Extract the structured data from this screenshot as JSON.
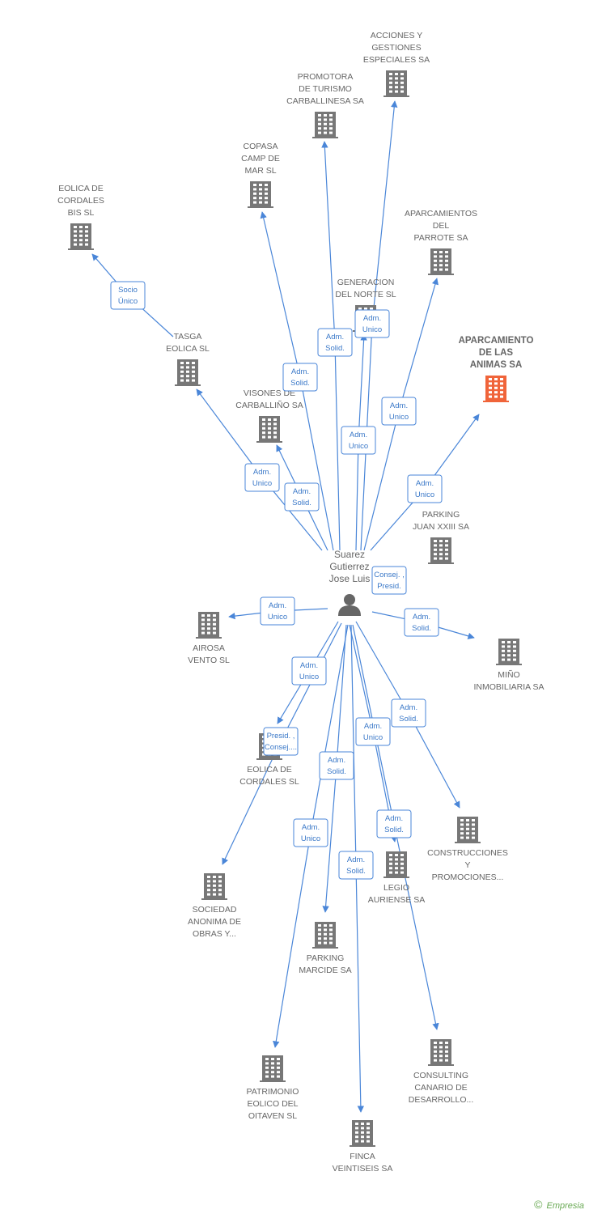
{
  "colors": {
    "edge": "#4a86d8",
    "building": "#777777",
    "focus_building": "#f0643a",
    "person": "#666666"
  },
  "person": {
    "name_lines": [
      "Suarez",
      "Gutierrez",
      "Jose Luis"
    ]
  },
  "nodes": [
    {
      "id": "acciones",
      "lines": [
        "ACCIONES Y",
        "GESTIONES",
        "ESPECIALES SA"
      ]
    },
    {
      "id": "promotora",
      "lines": [
        "PROMOTORA",
        "DE TURISMO",
        "CARBALLINESA SA"
      ]
    },
    {
      "id": "copasa",
      "lines": [
        "COPASA",
        "CAMP DE",
        "MAR SL"
      ]
    },
    {
      "id": "eolica_bis",
      "lines": [
        "EOLICA DE",
        "CORDALES",
        "BIS SL"
      ]
    },
    {
      "id": "aparcamientos_parrote",
      "lines": [
        "APARCAMIENTOS",
        "DEL",
        "PARROTE SA"
      ]
    },
    {
      "id": "generacion",
      "lines": [
        "GENERACION",
        "DEL NORTE SL"
      ]
    },
    {
      "id": "aparcamiento_animas",
      "lines": [
        "APARCAMIENTO",
        "DE LAS",
        "ANIMAS SA"
      ],
      "focus": true
    },
    {
      "id": "tasga",
      "lines": [
        "TASGA",
        "EOLICA  SL"
      ]
    },
    {
      "id": "visones",
      "lines": [
        "VISONES DE",
        "CARBALLIÑO SA"
      ]
    },
    {
      "id": "parking_juan",
      "lines": [
        "PARKING",
        "JUAN XXIII SA"
      ]
    },
    {
      "id": "airosa",
      "lines": [
        "AIROSA",
        "VENTO SL"
      ]
    },
    {
      "id": "mino",
      "lines": [
        "MIÑO",
        "INMOBILIARIA SA"
      ]
    },
    {
      "id": "eolica_cordales",
      "lines": [
        "EOLICA DE",
        "CORDALES SL"
      ]
    },
    {
      "id": "construcciones",
      "lines": [
        "CONSTRUCCIONES",
        "Y",
        "PROMOCIONES..."
      ]
    },
    {
      "id": "sociedad",
      "lines": [
        "SOCIEDAD",
        "ANONIMA DE",
        "OBRAS Y..."
      ]
    },
    {
      "id": "legio",
      "lines": [
        "LEGIO",
        "AURIENSE SA"
      ]
    },
    {
      "id": "parking_marcide",
      "lines": [
        "PARKING",
        "MARCIDE SA"
      ]
    },
    {
      "id": "consulting",
      "lines": [
        "CONSULTING",
        "CANARIO DE",
        "DESARROLLO..."
      ]
    },
    {
      "id": "patrimonio",
      "lines": [
        "PATRIMONIO",
        "EOLICO DEL",
        "OITAVEN SL"
      ]
    },
    {
      "id": "finca",
      "lines": [
        "FINCA",
        "VEINTISEIS SA"
      ]
    }
  ],
  "edges": [
    {
      "to": "acciones",
      "label": [
        "Adm.",
        "Unico"
      ]
    },
    {
      "to": "promotora",
      "label": [
        "Adm.",
        "Solid."
      ]
    },
    {
      "to": "copasa",
      "label": [
        "Adm.",
        "Solid."
      ]
    },
    {
      "to": "tasga",
      "label": [
        "Adm.",
        "Unico"
      ]
    },
    {
      "to": "eolica_bis",
      "label": [
        "Socio",
        "Único"
      ],
      "from": "tasga"
    },
    {
      "to": "aparcamientos_parrote",
      "label": [
        "Adm.",
        "Unico"
      ]
    },
    {
      "to": "generacion",
      "label": [
        "Adm.",
        "Unico"
      ]
    },
    {
      "to": "aparcamiento_animas",
      "label": [
        "Adm.",
        "Unico"
      ]
    },
    {
      "to": "visones",
      "label": [
        "Adm.",
        "Solid."
      ]
    },
    {
      "to": "parking_juan",
      "label": [
        "Consej. ,",
        "Presid."
      ]
    },
    {
      "to": "airosa",
      "label": [
        "Adm.",
        "Unico"
      ]
    },
    {
      "to": "mino",
      "label": [
        "Adm.",
        "Solid."
      ]
    },
    {
      "to": "eolica_cordales",
      "label": [
        "Adm.",
        "Unico"
      ]
    },
    {
      "to": "sociedad",
      "label": [
        "Presid. ,",
        "Consej...."
      ]
    },
    {
      "to": "construcciones",
      "label": [
        "Adm.",
        "Solid."
      ]
    },
    {
      "to": "legio",
      "label": [
        "Adm.",
        "Unico"
      ]
    },
    {
      "to": "parking_marcide",
      "label": [
        "Adm.",
        "Solid."
      ]
    },
    {
      "to": "consulting",
      "label": [
        "Adm.",
        "Solid."
      ]
    },
    {
      "to": "patrimonio",
      "label": [
        "Adm.",
        "Unico"
      ]
    },
    {
      "to": "finca",
      "label": [
        "Adm.",
        "Solid."
      ]
    }
  ],
  "footer": {
    "copyright": "©",
    "brand": "Empresia"
  }
}
